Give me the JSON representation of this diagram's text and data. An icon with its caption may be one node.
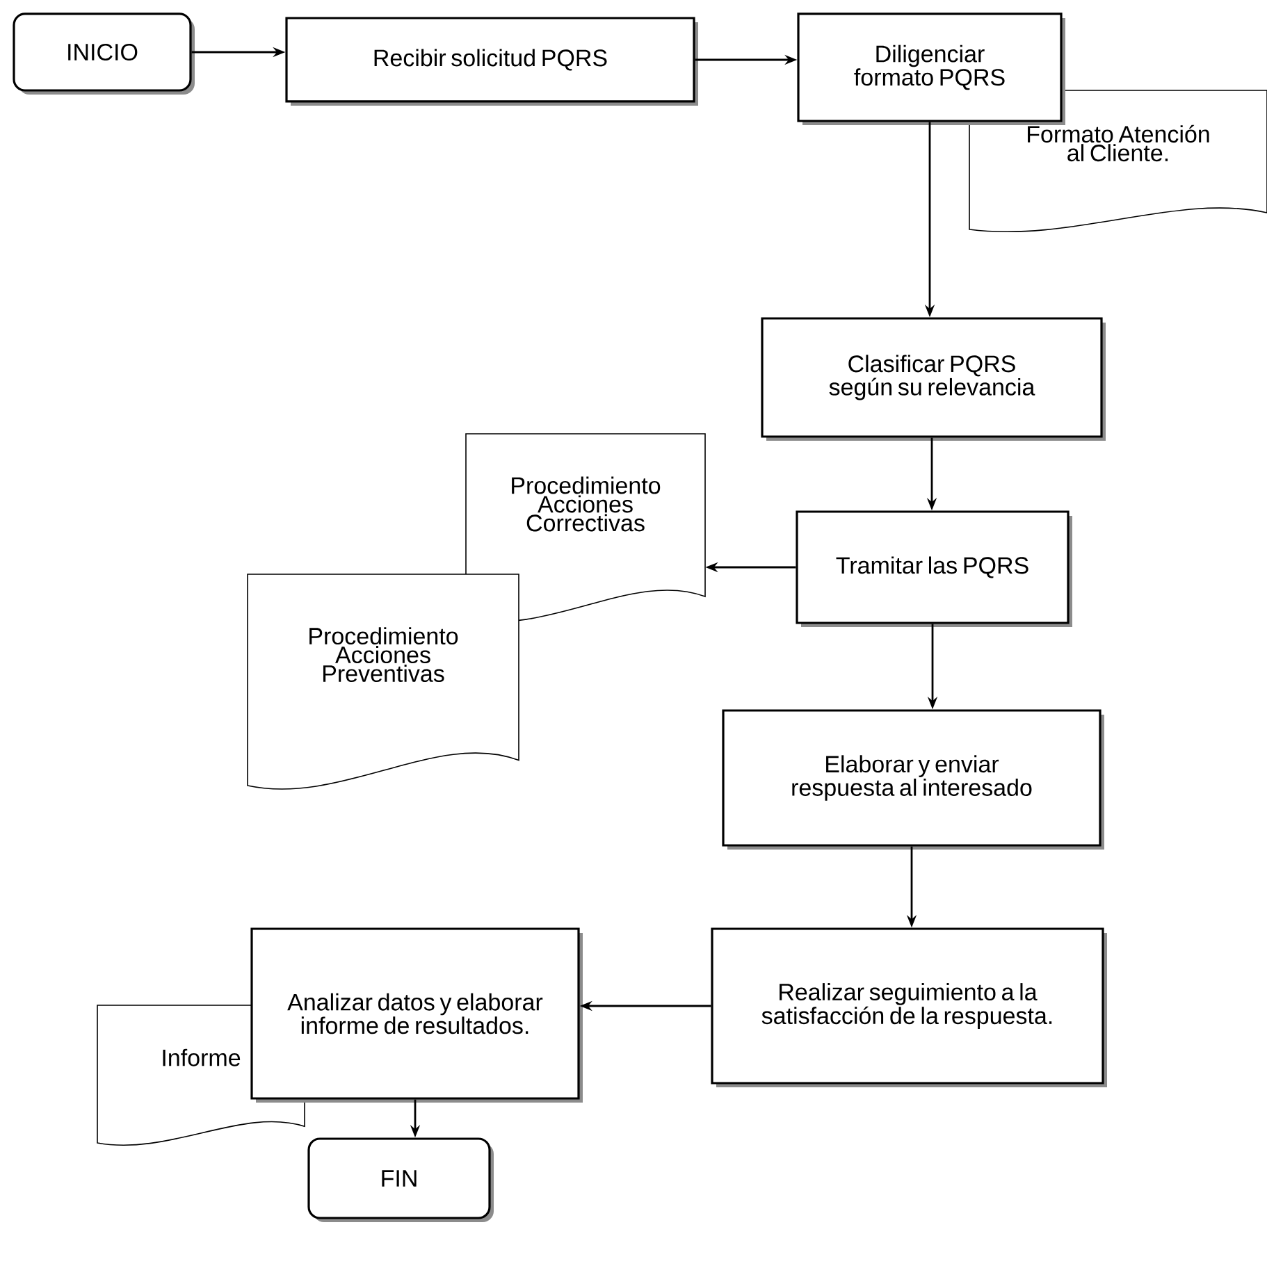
{
  "diagram": {
    "nodes": [
      {
        "text": [
          "INICIO"
        ]
      },
      {
        "text": [
          "Recibir solicitud PQRS"
        ]
      },
      {
        "text": [
          "Diligenciar formato PQRS"
        ]
      },
      {
        "text": [
          "Formato Atención al Cliente."
        ]
      },
      {
        "text": [
          "Clasificar PQRS según su relevancia"
        ]
      },
      {
        "text": [
          "Tramitar las PQRS"
        ]
      },
      {
        "text": [
          "Procedimiento Acciones Correctivas"
        ]
      },
      {
        "text": [
          "Procedimiento Acciones Preventivas"
        ]
      },
      {
        "text": [
          "Elaborar y enviar respuesta al interesado"
        ]
      },
      {
        "text": [
          "Realizar seguimiento a la satisfacción de la respuesta."
        ]
      },
      {
        "text": [
          "Analizar datos y elaborar informe de resultados."
        ]
      },
      {
        "text": [
          "Informe"
        ]
      },
      {
        "text": [
          "FIN"
        ]
      }
    ],
    "edges": [
      {
        "from": 0,
        "to": 1,
        "arrow": "to"
      },
      {
        "from": 1,
        "to": 2,
        "arrow": "to"
      },
      {
        "from": 2,
        "to": 4,
        "arrow": "to"
      },
      {
        "from": 4,
        "to": 5,
        "arrow": "to"
      },
      {
        "from": 5,
        "to": 6,
        "arrow": "to"
      },
      {
        "from": 5,
        "to": 8,
        "arrow": "to"
      },
      {
        "from": 8,
        "to": 9,
        "arrow": "to"
      },
      {
        "from": 9,
        "to": 10,
        "arrow": "to"
      },
      {
        "from": 10,
        "to": 12,
        "arrow": "to"
      }
    ]
  }
}
